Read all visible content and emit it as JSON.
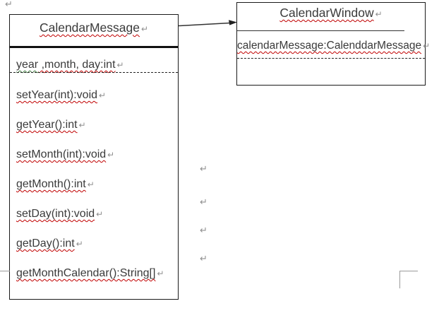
{
  "marks": {
    "return": "↵"
  },
  "colors": {
    "spell_error_squiggle": "#c00000",
    "grammar_error_squiggle": "#3f7d3f",
    "text": "#3a3a3a",
    "box_border": "#1a1a1a",
    "return_mark": "#8f8f8f"
  },
  "uml": {
    "classes": [
      {
        "name": "CalendarMessage",
        "attribute": {
          "grammar_flagged": "year",
          "rest": " ,month, day:int"
        },
        "methods": [
          "setYear(int):void",
          "getYear():int",
          "setMonth(int):void",
          "getMonth():int",
          "setDay(int):void",
          "getDay():int",
          "getMonthCalendar():String[]"
        ]
      },
      {
        "name": "CalendarWindow",
        "attribute": "calendarMessage:CalenddarMessage"
      }
    ],
    "connector": {
      "from": "CalendarMessage",
      "to": "CalendarWindow",
      "type": "directed-association-arrow"
    }
  }
}
